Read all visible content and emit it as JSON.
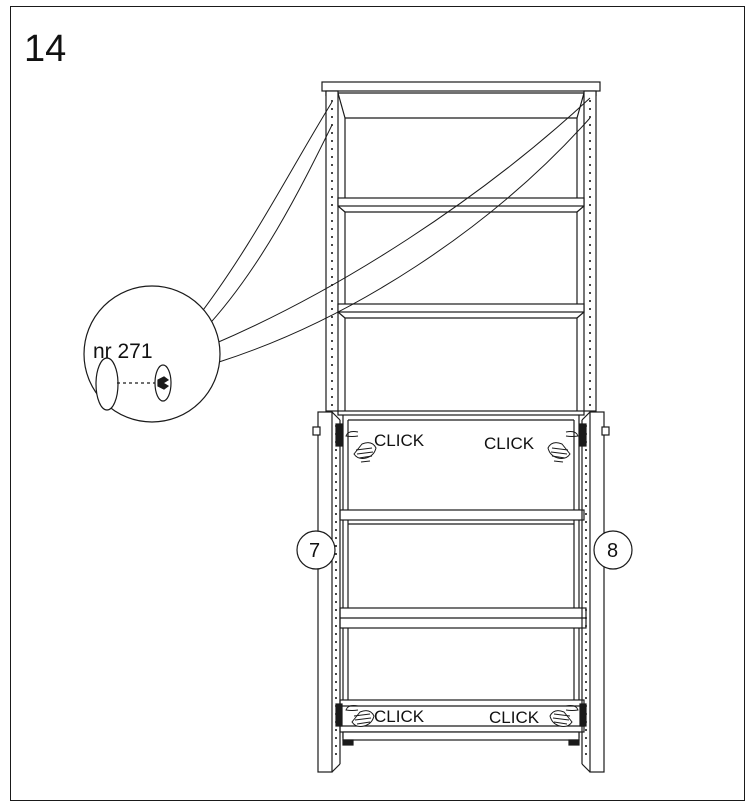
{
  "step_number": "14",
  "detail": {
    "label": "nr 271"
  },
  "click_labels": [
    "CLICK",
    "CLICK",
    "CLICK",
    "CLICK"
  ],
  "door_parts": [
    "7",
    "8"
  ]
}
